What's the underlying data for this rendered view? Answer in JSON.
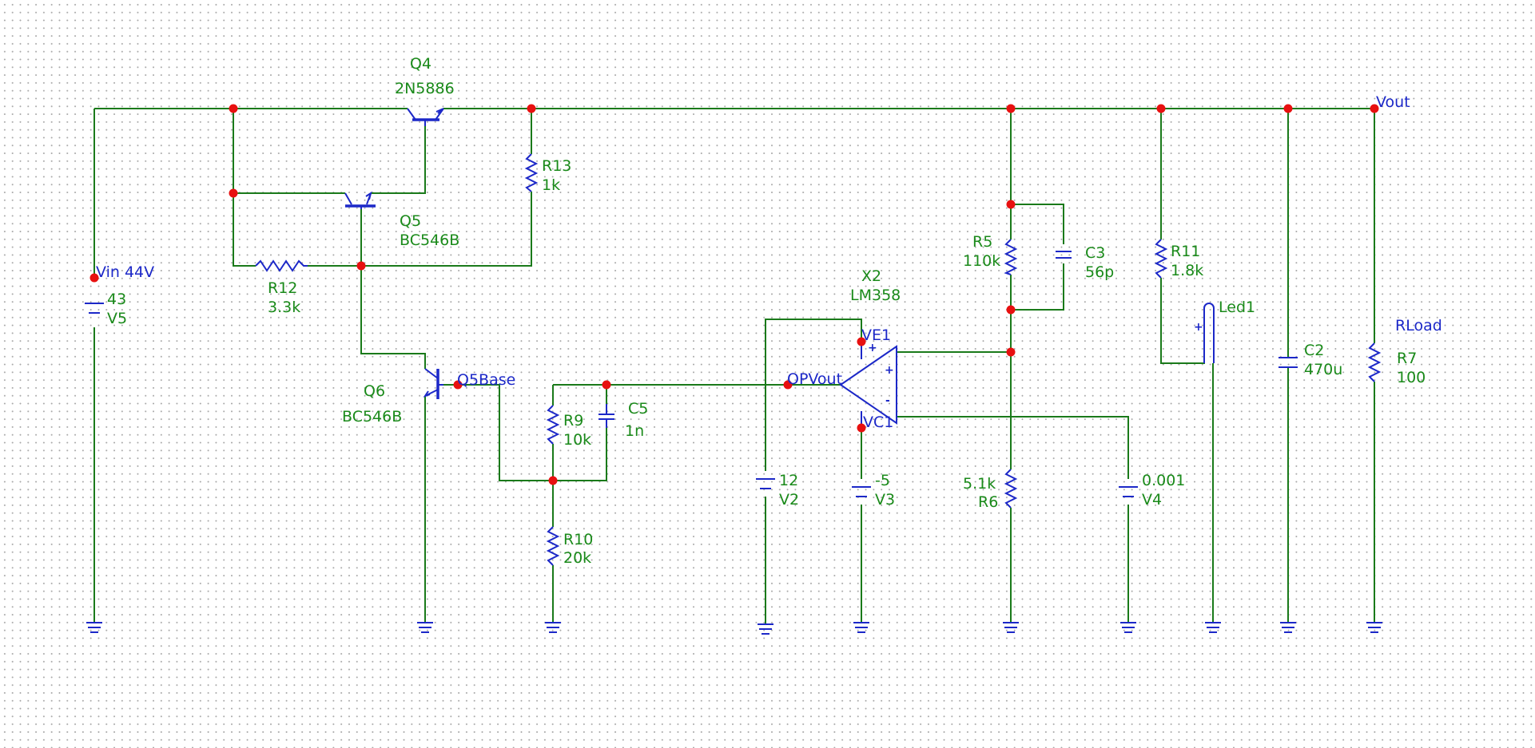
{
  "components": {
    "Q4": {
      "ref": "Q4",
      "model": "2N5886"
    },
    "Q5": {
      "ref": "Q5",
      "model": "BC546B"
    },
    "Q6": {
      "ref": "Q6",
      "model": "BC546B"
    },
    "R13": {
      "ref": "R13",
      "value": "1k"
    },
    "R12": {
      "ref": "R12",
      "value": "3.3k"
    },
    "R9": {
      "ref": "R9",
      "value": "10k"
    },
    "R10": {
      "ref": "R10",
      "value": "20k"
    },
    "C5": {
      "ref": "C5",
      "value": "1n"
    },
    "R5": {
      "ref": "R5",
      "value": "110k"
    },
    "C3": {
      "ref": "C3",
      "value": "56p"
    },
    "R6": {
      "ref": "R6",
      "value": "5.1k"
    },
    "R11": {
      "ref": "R11",
      "value": "1.8k"
    },
    "C2": {
      "ref": "C2",
      "value": "470u"
    },
    "R7": {
      "ref": "R7",
      "value": "100"
    },
    "V5": {
      "ref": "V5",
      "value": "43"
    },
    "V2": {
      "ref": "V2",
      "value": "12"
    },
    "V3": {
      "ref": "V3",
      "value": "-5"
    },
    "V4": {
      "ref": "V4",
      "value": "0.001"
    },
    "X2": {
      "ref": "X2",
      "model": "LM358"
    },
    "Led1": {
      "ref": "Led1"
    }
  },
  "nets": {
    "vin": "Vin 44V",
    "vout": "Vout",
    "rload": "RLoad",
    "q5base": "Q5Base",
    "opvout": "OPVout",
    "ve1": "VE1",
    "vc1": "VC1"
  },
  "pins": {
    "plus": "+",
    "minus": "-"
  },
  "colors": {
    "wire": "#1a7a1a",
    "component": "#1c28c8",
    "node": "#e81010",
    "label": "#1a8a1a",
    "background": "#ffffff",
    "grid": "#a9a9a9"
  }
}
